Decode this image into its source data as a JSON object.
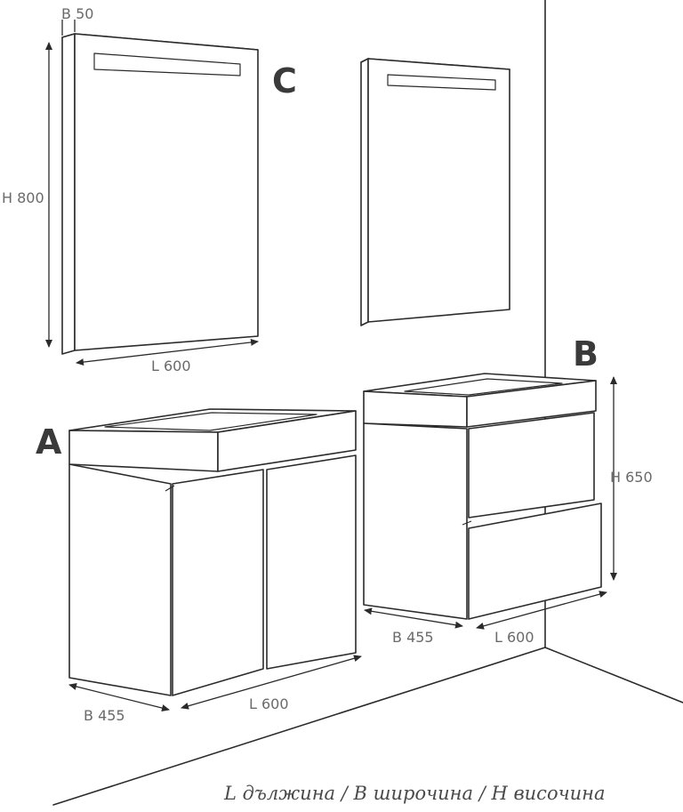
{
  "labels": {
    "a": "A",
    "b": "B",
    "c": "C"
  },
  "dimensions": {
    "mirror_depth": "В 50",
    "mirror_height": "Н 800",
    "mirror_length": "L 600",
    "cabinet_b_height": "Н 650",
    "cabinet_b_depth": "В 455",
    "cabinet_b_length": "L 600",
    "cabinet_a_depth": "В 455",
    "cabinet_a_length": "L 600"
  },
  "legend": "L дължина / В широчина / Н височина"
}
